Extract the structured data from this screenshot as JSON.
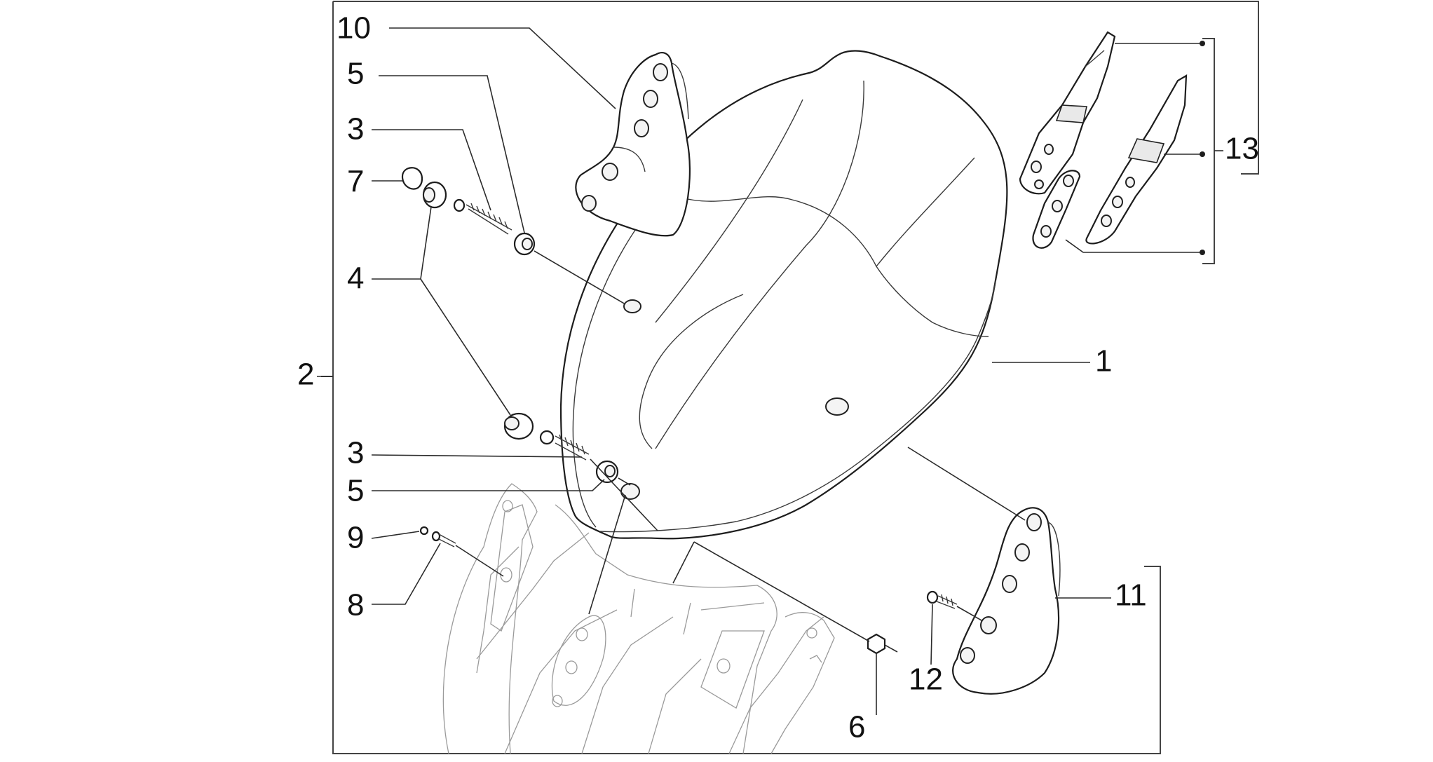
{
  "callouts": {
    "c1": "1",
    "c2": "2",
    "c3a": "3",
    "c3b": "3",
    "c4": "4",
    "c5a": "5",
    "c5b": "5",
    "c6": "6",
    "c7": "7",
    "c8": "8",
    "c9": "9",
    "c10": "10",
    "c11": "11",
    "c12": "12",
    "c13": "13"
  },
  "colors": {
    "line": "#1d1d1d",
    "ghost": "#9a9a9a",
    "background": "#ffffff"
  }
}
